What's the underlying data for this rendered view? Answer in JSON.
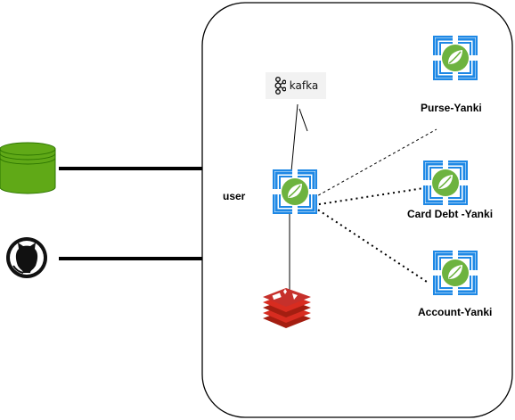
{
  "nodes": {
    "kafka": {
      "label": "kafka",
      "icon": "kafka-logo-icon"
    },
    "user": {
      "label": "user",
      "icon": "spring-microservice-icon"
    },
    "purse": {
      "label": "Purse-Yanki",
      "icon": "spring-microservice-icon"
    },
    "card_debt": {
      "label": "Card Debt -Yanki",
      "icon": "spring-microservice-icon"
    },
    "account": {
      "label": "Account-Yanki",
      "icon": "spring-microservice-icon"
    },
    "redis": {
      "icon": "redis-icon"
    },
    "database": {
      "icon": "database-cylinder-icon"
    },
    "github": {
      "icon": "github-icon"
    }
  },
  "colors": {
    "spring_frame": "#1e88e5",
    "spring_leaf": "#6db33f",
    "database_fill": "#60a917",
    "redis_red": "#c6302b",
    "line": "#000000"
  }
}
